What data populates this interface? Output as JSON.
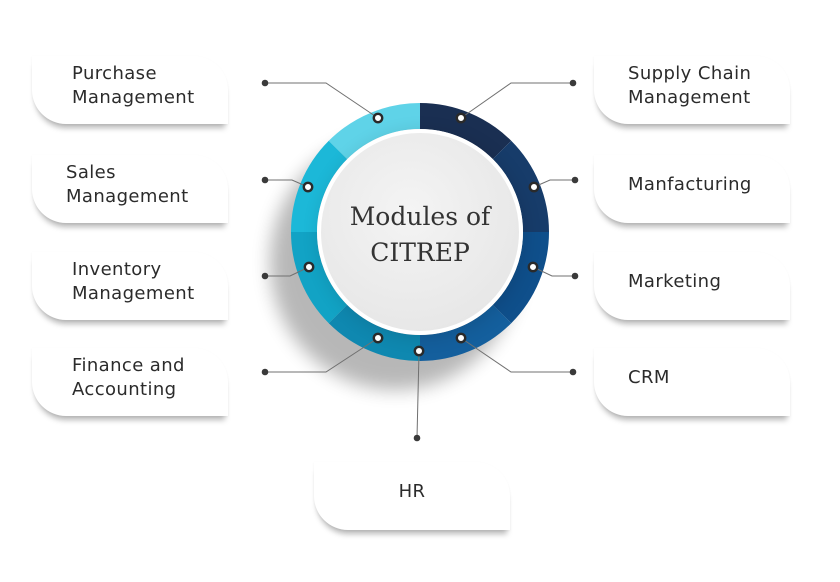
{
  "center": {
    "title": "Modules of\nCITREP"
  },
  "modules": {
    "purchase": "Purchase\nManagement",
    "sales": "Sales\nManagement",
    "inventory": "Inventory\nManagement",
    "finance": "Finance and\nAccounting",
    "hr": "HR",
    "supply_chain": "Supply Chain\nManagement",
    "manufacturing": "Manfacturing",
    "marketing": "Marketing",
    "crm": "CRM"
  },
  "colors": {
    "ring_light": [
      "#5fd3e8",
      "#1cb8d8",
      "#12a3c5",
      "#0f88b0"
    ],
    "ring_dark": [
      "#1a2f52",
      "#173c6a",
      "#0f4f8b",
      "#145f9d"
    ],
    "connector": "#707070",
    "dot": "#3a3a3a"
  }
}
